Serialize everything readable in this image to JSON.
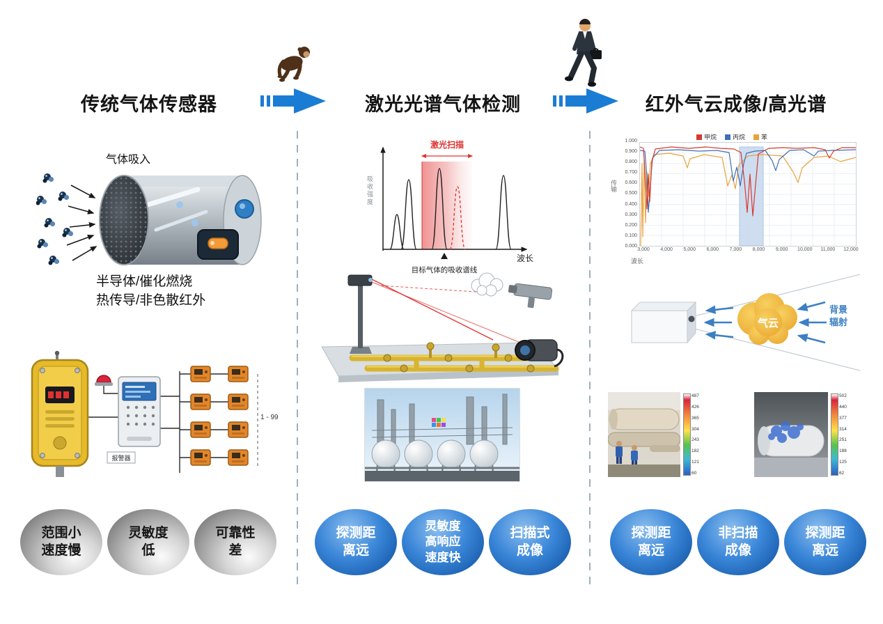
{
  "header": {
    "titles": [
      "传统气体传感器",
      "激光光谱气体检测",
      "红外气云成像/高光谱"
    ],
    "arrow_color": "#1b7cd4"
  },
  "left": {
    "gas_inhale_label": "气体吸入",
    "caption_lines": [
      "半导体/催化燃烧",
      "热传导/非色散红外"
    ],
    "network": {
      "range_label": "1 - 99",
      "alarm_label": "报警器"
    },
    "badges": [
      {
        "lines": [
          "范围小",
          "速度慢"
        ]
      },
      {
        "lines": [
          "灵敏度",
          "低"
        ]
      },
      {
        "lines": [
          "可靠性",
          "差"
        ]
      }
    ]
  },
  "middle": {
    "chart": {
      "scan_label": "激光扫描",
      "y_label": "吸收强度",
      "x_label": "波长",
      "caption": "目标气体的吸收谱线"
    },
    "badges": [
      {
        "lines": [
          "探测距",
          "离远"
        ]
      },
      {
        "lines": [
          "灵敏度",
          "高响应",
          "速度快"
        ]
      },
      {
        "lines": [
          "扫描式",
          "成像"
        ]
      }
    ]
  },
  "right": {
    "chart": {
      "legend": [
        {
          "label": "甲烷",
          "color": "#d43a2f"
        },
        {
          "label": "丙烷",
          "color": "#3f6fb5"
        },
        {
          "label": "苯",
          "color": "#e8a23c"
        }
      ],
      "y_ticks": [
        "1.000",
        "0.900",
        "0.800",
        "0.700",
        "0.600",
        "0.500",
        "0.400",
        "0.300",
        "0.200",
        "0.100",
        "0.000"
      ],
      "x_ticks": [
        "3,000",
        "4,000",
        "5,000",
        "6,000",
        "7,000",
        "8,000",
        "9,000",
        "10,000",
        "11,000",
        "12,000"
      ],
      "y_label": "传输",
      "x_label": "波长"
    },
    "cloud": {
      "label": "气云",
      "radiation_lines": [
        "背景",
        "辐射"
      ]
    },
    "thermal": {
      "scale_left": [
        "487",
        "426",
        "365",
        "304",
        "243",
        "182",
        "121",
        "60"
      ],
      "scale_right": [
        "502",
        "440",
        "377",
        "314",
        "251",
        "188",
        "125",
        "62"
      ]
    },
    "badges": [
      {
        "lines": [
          "探测距",
          "离远"
        ]
      },
      {
        "lines": [
          "非扫描",
          "成像"
        ]
      },
      {
        "lines": [
          "探测距",
          "离远"
        ]
      }
    ]
  }
}
